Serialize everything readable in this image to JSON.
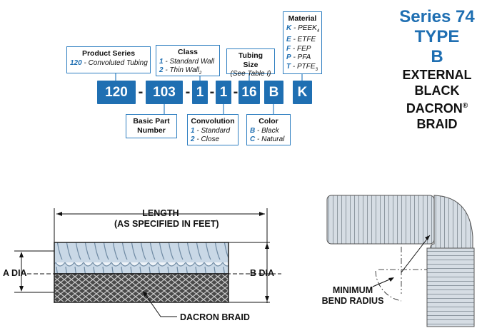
{
  "part_number": {
    "segments": [
      "120",
      "103",
      "1",
      "1",
      "16",
      "B",
      "K"
    ],
    "separator": "-"
  },
  "callouts": {
    "product_series": {
      "title": "Product Series",
      "options": [
        {
          "code": "120",
          "text": "- Convoluted Tubing"
        }
      ]
    },
    "basic_part": {
      "title_line1": "Basic Part",
      "title_line2": "Number"
    },
    "class": {
      "title": "Class",
      "options": [
        {
          "code": "1",
          "text": "- Standard Wall"
        },
        {
          "code": "2",
          "text": "- Thin Wall",
          "sub": "2"
        }
      ]
    },
    "convolution": {
      "title": "Convolution",
      "options": [
        {
          "code": "1",
          "text": "- Standard"
        },
        {
          "code": "2",
          "text": "- Close"
        }
      ]
    },
    "tubing_size": {
      "title": "Tubing Size",
      "note": "(See Table I)"
    },
    "color": {
      "title": "Color",
      "options": [
        {
          "code": "B",
          "text": "- Black"
        },
        {
          "code": "C",
          "text": "- Natural"
        }
      ]
    },
    "material": {
      "title": "Material",
      "options": [
        {
          "code": "K",
          "text": "- PEEK",
          "sub": "4"
        },
        {
          "code": "E",
          "text": "- ETFE"
        },
        {
          "code": "F",
          "text": "- FEP"
        },
        {
          "code": "P",
          "text": "- PFA"
        },
        {
          "code": "T",
          "text": "- PTFE",
          "sub": "3"
        }
      ]
    }
  },
  "heading": {
    "series": "Series 74",
    "type": "TYPE",
    "type_letter": "B",
    "line1": "EXTERNAL",
    "line2": "BLACK",
    "line3": "DACRON",
    "reg": "®",
    "line4": "BRAID"
  },
  "drawing": {
    "length_line1": "LENGTH",
    "length_line2": "(AS SPECIFIED IN FEET)",
    "a_dia": "A DIA",
    "b_dia": "B DIA",
    "braid": "DACRON BRAID",
    "min_line1": "MINIMUM",
    "min_line2": "BEND RADIUS"
  },
  "colors": {
    "accent": "#1f6fb2",
    "tube": "#c9d8e6",
    "braid": "#3a3a3a"
  }
}
